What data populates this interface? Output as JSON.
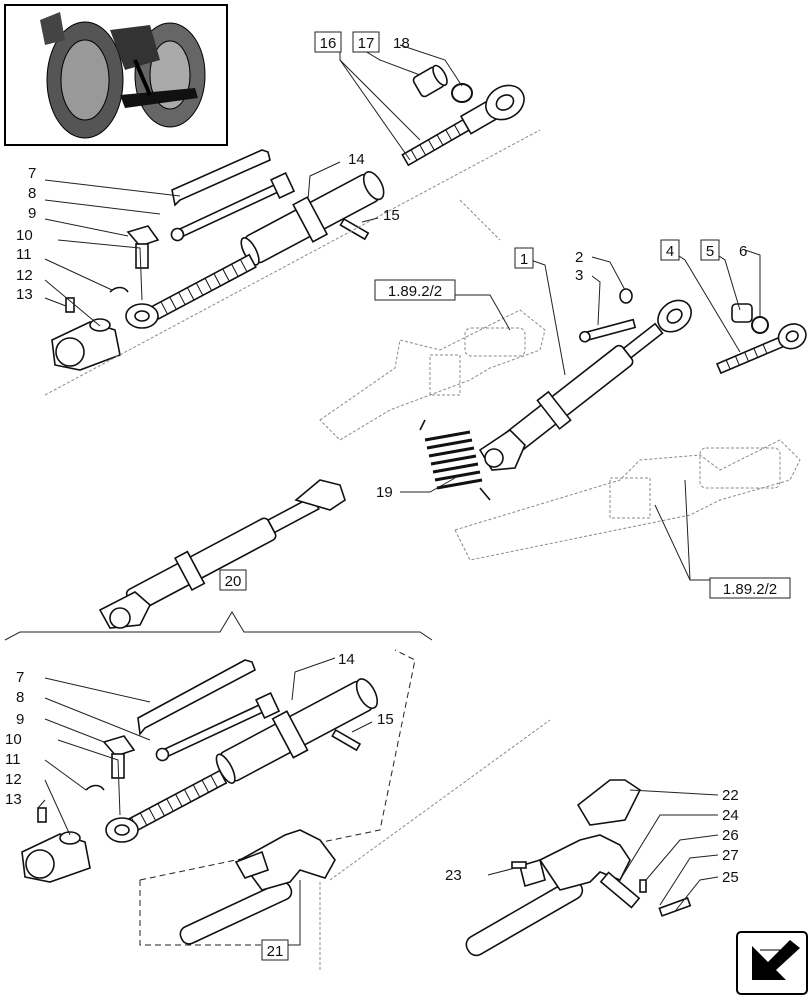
{
  "callouts": {
    "c1": "1",
    "c2": "2",
    "c3": "3",
    "c4": "4",
    "c5": "5",
    "c6": "6",
    "c7": "7",
    "c8": "8",
    "c9": "9",
    "c10": "10",
    "c11": "11",
    "c12": "12",
    "c13": "13",
    "c14": "14",
    "c15": "15",
    "c16": "16",
    "c17": "17",
    "c18": "18",
    "c19": "19",
    "c20": "20",
    "c21": "21",
    "c22": "22",
    "c23": "23",
    "c24": "24",
    "c25": "25",
    "c26": "26",
    "c27": "27"
  },
  "refs": {
    "ref_a": "1.89.2/2",
    "ref_b": "1.89.2/2"
  },
  "icons": {
    "thumbnail": "tractor-thumbnail-icon",
    "nav": "next-page-arrow-icon"
  },
  "colors": {
    "ink": "#111111",
    "ghost": "#8a8a8a",
    "paper": "#ffffff"
  }
}
